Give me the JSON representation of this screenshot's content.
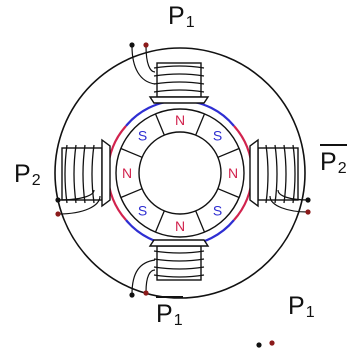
{
  "labels": {
    "p1_top": {
      "main": "P",
      "sub": "1"
    },
    "p2_left": {
      "main": "P",
      "sub": "2"
    },
    "p2bar_right": {
      "main": "P",
      "sub": "2"
    },
    "p1bar_bottom": {
      "main": "P",
      "sub": "1"
    },
    "p1_corner": {
      "main": "P",
      "sub": "1"
    }
  },
  "rotor_poles": [
    "N",
    "S",
    "N",
    "S",
    "N",
    "S",
    "N",
    "S"
  ],
  "colors": {
    "stroke": "#111111",
    "north": "#d2234e",
    "south": "#2e2ed2",
    "terminal": "#8b1a1a"
  }
}
